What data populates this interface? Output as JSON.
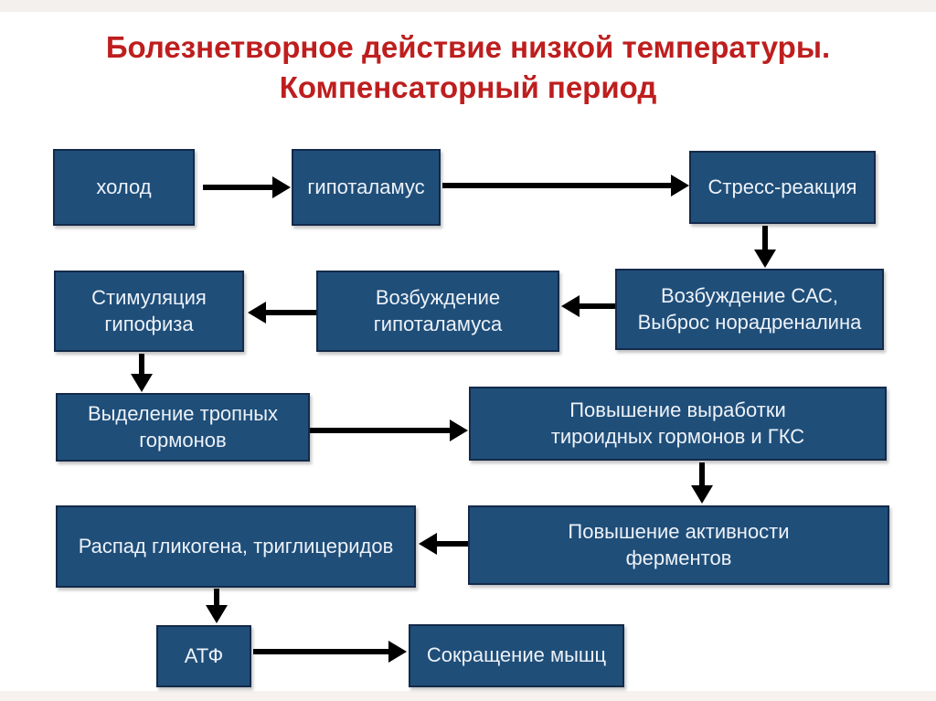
{
  "title": {
    "text": "Болезнетворное действие низкой температуры.\nКомпенсаторный период"
  },
  "colors": {
    "background": "#ffffff",
    "edge_strip": "#f3f0ee",
    "edge_strip_bottom": "#f8f2ef",
    "title_color": "#be1e1e",
    "box_fill": "#1f4e79",
    "box_border": "#132a4a",
    "node_text": "#edf2f8",
    "arrow_color": "#000000"
  },
  "nodes": [
    {
      "id": "cold",
      "label": "холод"
    },
    {
      "id": "hypothalamus",
      "label": "гипоталамус"
    },
    {
      "id": "stress-reaction",
      "label": "Стресс-реакция"
    },
    {
      "id": "pituitary-stimulation",
      "label": "Стимуляция\nгипофиза"
    },
    {
      "id": "hypothalamus-excitation",
      "label": "Возбуждение\nгипоталамуса"
    },
    {
      "id": "sas-excitation",
      "label": "Возбуждение САС,\nВыброс норадреналина"
    },
    {
      "id": "tropic-hormones-release",
      "label": "Выделение тропных\nгормонов"
    },
    {
      "id": "thyroid-gks-increase",
      "label": "Повышение выработки\nтироидных гормонов и ГКС"
    },
    {
      "id": "enzyme-activity-increase",
      "label": "Повышение активности\nферментов"
    },
    {
      "id": "glycogen-breakdown",
      "label": "Распад гликогена, триглицеридов"
    },
    {
      "id": "atp",
      "label": "АТФ"
    },
    {
      "id": "muscle-contraction",
      "label": "Сокращение мышц"
    }
  ]
}
